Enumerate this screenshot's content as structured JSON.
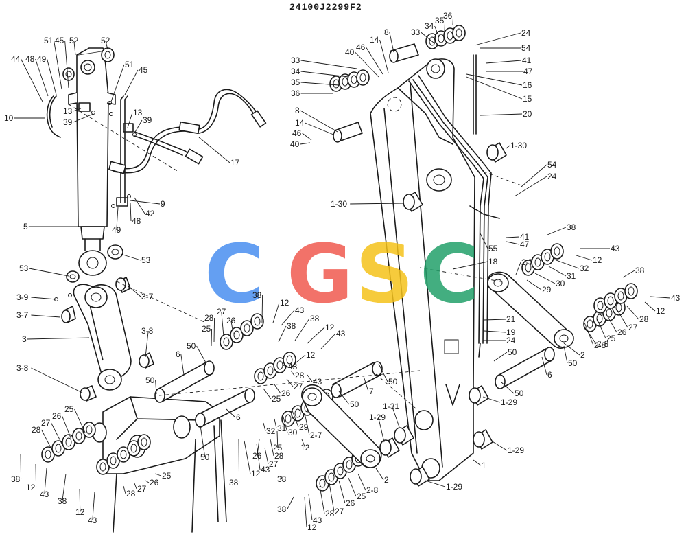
{
  "drawing_number": "24100J2299F2",
  "watermark": {
    "letters": [
      "C",
      "G",
      "S",
      "C"
    ],
    "colors": [
      "#4a8ff0",
      "#f05a4f",
      "#f5c21b",
      "#23a06a"
    ]
  },
  "callouts": [
    {
      "id": "c01",
      "text": "44"
    },
    {
      "id": "c02",
      "text": "48"
    },
    {
      "id": "c03",
      "text": "49"
    },
    {
      "id": "c04",
      "text": "51"
    },
    {
      "id": "c05",
      "text": "45"
    },
    {
      "id": "c06",
      "text": "52"
    },
    {
      "id": "c07",
      "text": "52"
    },
    {
      "id": "c08",
      "text": "51"
    },
    {
      "id": "c09",
      "text": "45"
    },
    {
      "id": "c10",
      "text": "10"
    },
    {
      "id": "c11",
      "text": "13"
    },
    {
      "id": "c12",
      "text": "39"
    },
    {
      "id": "c13",
      "text": "13"
    },
    {
      "id": "c14",
      "text": "39"
    },
    {
      "id": "c15",
      "text": "17"
    },
    {
      "id": "c16",
      "text": "9"
    },
    {
      "id": "c17",
      "text": "42"
    },
    {
      "id": "c18",
      "text": "48"
    },
    {
      "id": "c19",
      "text": "49"
    },
    {
      "id": "c20",
      "text": "5"
    },
    {
      "id": "c21",
      "text": "53"
    },
    {
      "id": "c22",
      "text": "53"
    },
    {
      "id": "c23",
      "text": "3-9"
    },
    {
      "id": "c24",
      "text": "3-7"
    },
    {
      "id": "c25",
      "text": "3-7"
    },
    {
      "id": "c26",
      "text": "3"
    },
    {
      "id": "c27",
      "text": "3-8"
    },
    {
      "id": "c28",
      "text": "3-8"
    },
    {
      "id": "c29",
      "text": "33"
    },
    {
      "id": "c30",
      "text": "34"
    },
    {
      "id": "c31",
      "text": "35"
    },
    {
      "id": "c32",
      "text": "36"
    },
    {
      "id": "c33",
      "text": "8"
    },
    {
      "id": "c34",
      "text": "14"
    },
    {
      "id": "c35",
      "text": "46"
    },
    {
      "id": "c36",
      "text": "40"
    },
    {
      "id": "c37",
      "text": "40"
    },
    {
      "id": "c38",
      "text": "46"
    },
    {
      "id": "c39",
      "text": "14"
    },
    {
      "id": "c40",
      "text": "8"
    },
    {
      "id": "c41",
      "text": "33"
    },
    {
      "id": "c42",
      "text": "34"
    },
    {
      "id": "c43",
      "text": "35"
    },
    {
      "id": "c44",
      "text": "36"
    },
    {
      "id": "c45",
      "text": "24"
    },
    {
      "id": "c46",
      "text": "54"
    },
    {
      "id": "c47",
      "text": "41"
    },
    {
      "id": "c48",
      "text": "47"
    },
    {
      "id": "c49",
      "text": "16"
    },
    {
      "id": "c50",
      "text": "15"
    },
    {
      "id": "c51",
      "text": "20"
    },
    {
      "id": "c52",
      "text": "1-30"
    },
    {
      "id": "c53",
      "text": "54"
    },
    {
      "id": "c54",
      "text": "24"
    },
    {
      "id": "c55",
      "text": "1-30"
    },
    {
      "id": "c56",
      "text": "41"
    },
    {
      "id": "c57",
      "text": "47"
    },
    {
      "id": "c58",
      "text": "55"
    },
    {
      "id": "c59",
      "text": "18"
    },
    {
      "id": "c60",
      "text": "38"
    },
    {
      "id": "c61",
      "text": "43"
    },
    {
      "id": "c62",
      "text": "12"
    },
    {
      "id": "c63",
      "text": "2-7"
    },
    {
      "id": "c64",
      "text": "32"
    },
    {
      "id": "c65",
      "text": "31"
    },
    {
      "id": "c66",
      "text": "30"
    },
    {
      "id": "c67",
      "text": "29"
    },
    {
      "id": "c68",
      "text": "38"
    },
    {
      "id": "c69",
      "text": "43"
    },
    {
      "id": "c70",
      "text": "12"
    },
    {
      "id": "c71",
      "text": "28"
    },
    {
      "id": "c72",
      "text": "27"
    },
    {
      "id": "c73",
      "text": "26"
    },
    {
      "id": "c74",
      "text": "25"
    },
    {
      "id": "c75",
      "text": "2-8"
    },
    {
      "id": "c76",
      "text": "2"
    },
    {
      "id": "c77",
      "text": "50"
    },
    {
      "id": "c78",
      "text": "21"
    },
    {
      "id": "c79",
      "text": "19"
    },
    {
      "id": "c80",
      "text": "24"
    },
    {
      "id": "c81",
      "text": "50"
    },
    {
      "id": "c82",
      "text": "6"
    },
    {
      "id": "c83",
      "text": "50"
    },
    {
      "id": "c84",
      "text": "1-29"
    },
    {
      "id": "c85",
      "text": "1-29"
    },
    {
      "id": "c86",
      "text": "1"
    },
    {
      "id": "c87",
      "text": "1-29"
    },
    {
      "id": "c88",
      "text": "1-31"
    },
    {
      "id": "c89",
      "text": "1-29"
    },
    {
      "id": "c90",
      "text": "2"
    },
    {
      "id": "c91",
      "text": "2-8"
    },
    {
      "id": "c92",
      "text": "25"
    },
    {
      "id": "c93",
      "text": "26"
    },
    {
      "id": "c94",
      "text": "27"
    },
    {
      "id": "c95",
      "text": "28"
    },
    {
      "id": "c96",
      "text": "43"
    },
    {
      "id": "c97",
      "text": "12"
    },
    {
      "id": "c98",
      "text": "38"
    },
    {
      "id": "c99",
      "text": "7"
    },
    {
      "id": "c100",
      "text": "50"
    },
    {
      "id": "c101",
      "text": "50"
    },
    {
      "id": "c102",
      "text": "38"
    },
    {
      "id": "c103",
      "text": "12"
    },
    {
      "id": "c104",
      "text": "43"
    },
    {
      "id": "c105",
      "text": "27"
    },
    {
      "id": "c106",
      "text": "28"
    },
    {
      "id": "c107",
      "text": "26"
    },
    {
      "id": "c108",
      "text": "25"
    },
    {
      "id": "c109",
      "text": "50"
    },
    {
      "id": "c110",
      "text": "6"
    },
    {
      "id": "c111",
      "text": "38"
    },
    {
      "id": "c112",
      "text": "12"
    },
    {
      "id": "c113",
      "text": "43"
    },
    {
      "id": "c114",
      "text": "25"
    },
    {
      "id": "c115",
      "text": "26"
    },
    {
      "id": "c116",
      "text": "27"
    },
    {
      "id": "c117",
      "text": "28"
    },
    {
      "id": "c118",
      "text": "38"
    },
    {
      "id": "c119",
      "text": "12"
    },
    {
      "id": "c120",
      "text": "43"
    },
    {
      "id": "c121",
      "text": "50"
    },
    {
      "id": "c122",
      "text": "6"
    },
    {
      "id": "c123",
      "text": "50"
    },
    {
      "id": "c124",
      "text": "28"
    },
    {
      "id": "c125",
      "text": "27"
    },
    {
      "id": "c126",
      "text": "26"
    },
    {
      "id": "c127",
      "text": "25"
    },
    {
      "id": "c128",
      "text": "38"
    },
    {
      "id": "c129",
      "text": "12"
    },
    {
      "id": "c130",
      "text": "43"
    },
    {
      "id": "c131",
      "text": "38"
    },
    {
      "id": "c132",
      "text": "12"
    },
    {
      "id": "c133",
      "text": "43"
    },
    {
      "id": "c134",
      "text": "28"
    },
    {
      "id": "c135",
      "text": "27"
    },
    {
      "id": "c136",
      "text": "26"
    },
    {
      "id": "c137",
      "text": "25"
    },
    {
      "id": "c138",
      "text": "38"
    },
    {
      "id": "c139",
      "text": "12"
    },
    {
      "id": "c140",
      "text": "43"
    },
    {
      "id": "c141",
      "text": "32"
    },
    {
      "id": "c142",
      "text": "31"
    },
    {
      "id": "c143",
      "text": "30"
    },
    {
      "id": "c144",
      "text": "29"
    },
    {
      "id": "c145",
      "text": "2-7"
    },
    {
      "id": "c146",
      "text": "38"
    },
    {
      "id": "c147",
      "text": "12"
    },
    {
      "id": "c148",
      "text": "43"
    },
    {
      "id": "c149",
      "text": "28"
    },
    {
      "id": "c150",
      "text": "27"
    },
    {
      "id": "c151",
      "text": "26"
    },
    {
      "id": "c152",
      "text": "25"
    },
    {
      "id": "c153",
      "text": "2-8"
    }
  ]
}
